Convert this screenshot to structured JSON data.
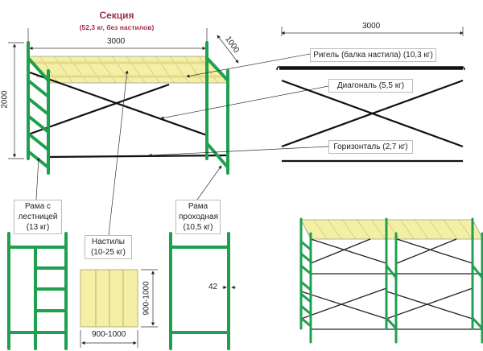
{
  "section": {
    "title": "Секция",
    "subtitle": "(52,3 кг, без настилов)",
    "width_dim": "3000",
    "depth_dim": "1000",
    "height_dim": "2000"
  },
  "parts": {
    "span_dim": "3000",
    "rigel": "Ригель (балка настила) (10,3 кг)",
    "diagonal": "Диагональ (5,5 кг)",
    "horizontal": "Горизонталь (2,7 кг)"
  },
  "frame_ladder": {
    "line1": "Рама с",
    "line2": "лестницей",
    "line3": "(13 кг)"
  },
  "decking": {
    "line1": "Настилы",
    "line2": "(10-25 кг)",
    "width_dim": "900-1000",
    "height_dim": "900-1000"
  },
  "frame_pass": {
    "line1": "Рама",
    "line2": "проходная",
    "line3": "(10,5 кг)",
    "tube_dim": "42"
  },
  "colors": {
    "frame": "#1fa050",
    "deck": "#f3f0a6",
    "title": "#a0304a"
  }
}
